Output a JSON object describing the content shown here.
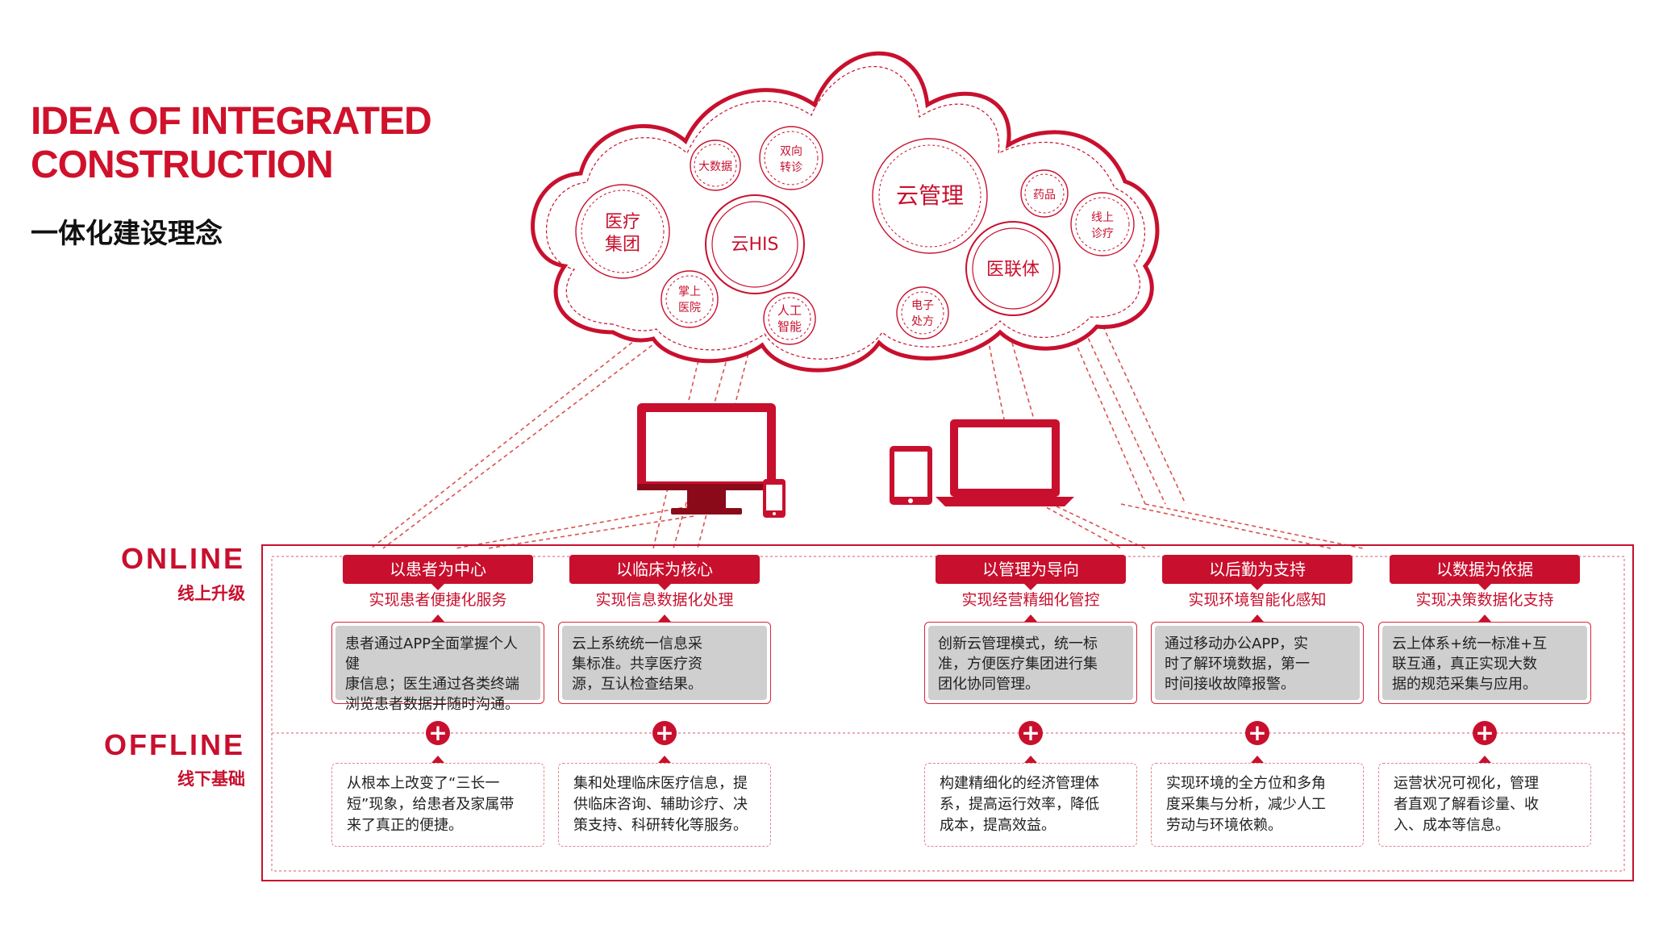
{
  "title": {
    "en_line1": "IDEA OF INTEGRATED",
    "en_line2": "CONSTRUCTION",
    "cn": "一体化建设理念"
  },
  "online": {
    "en": "ONLINE",
    "cn": "线上升级"
  },
  "offline": {
    "en": "OFFLINE",
    "cn": "线下基础"
  },
  "cloud_bubbles": {
    "yiliao": [
      "医疗",
      "集团"
    ],
    "dashuju": "大数据",
    "shuangxiang": [
      "双向",
      "转诊"
    ],
    "yunhis": "云HIS",
    "zhangshang": [
      "掌上",
      "医院"
    ],
    "rengong": [
      "人工",
      "智能"
    ],
    "yunguanli": "云管理",
    "yaopin": "药品",
    "xianshang": [
      "线上",
      "诊疗"
    ],
    "yilianti": "医联体",
    "dianzi": [
      "电子",
      "处方"
    ]
  },
  "columns": [
    {
      "tag": "以患者为中心",
      "subtitle": "实现患者便捷化服务",
      "online_lines": [
        "患者通过APP全面掌握个人健",
        "康信息；医生通过各类终端",
        "浏览患者数据并随时沟通。"
      ],
      "offline_lines": [
        "从根本上改变了“三长一",
        "短”现象，给患者及家属带",
        "来了真正的便捷。"
      ]
    },
    {
      "tag": "以临床为核心",
      "subtitle": "实现信息数据化处理",
      "online_lines": [
        "云上系统统一信息采",
        "集标准。共享医疗资",
        "源，互认检查结果。"
      ],
      "offline_lines": [
        "集和处理临床医疗信息，提",
        "供临床咨询、辅助诊疗、决",
        "策支持、科研转化等服务。"
      ]
    },
    {
      "tag": "以管理为导向",
      "subtitle": "实现经营精细化管控",
      "online_lines": [
        "创新云管理模式，统一标",
        "准，方便医疗集团进行集",
        "团化协同管理。"
      ],
      "offline_lines": [
        "构建精细化的经济管理体",
        "系，提高运行效率，降低",
        "成本，提高效益。"
      ]
    },
    {
      "tag": "以后勤为支持",
      "subtitle": "实现环境智能化感知",
      "online_lines": [
        "通过移动办公APP，实",
        "时了解环境数据，第一",
        "时间接收故障报警。"
      ],
      "offline_lines": [
        "实现环境的全方位和多角",
        "度采集与分析，减少人工",
        "劳动与环境依赖。"
      ]
    },
    {
      "tag": "以数据为依据",
      "subtitle": "实现决策数据化支持",
      "online_lines": [
        "云上体系+统一标准+互",
        "联互通，真正实现大数",
        "据的规范采集与应用。"
      ],
      "offline_lines": [
        "运营状况可视化，管理",
        "者直观了解看诊量、收",
        "入、成本等信息。"
      ]
    }
  ],
  "plus_symbol": "+",
  "colors": {
    "accent": "#c8102e",
    "dark_red": "#8b0a1a",
    "gray_box": "#cfcfcf"
  }
}
